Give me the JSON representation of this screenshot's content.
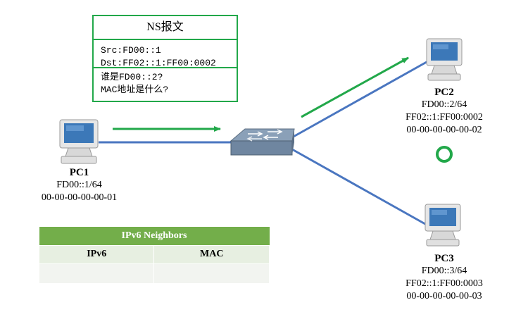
{
  "ns_packet": {
    "title": "NS报文",
    "src": "Src:FD00::1",
    "dst": "Dst:FF02::1:FF00:0002",
    "question_line1": "谁是FD00::2?",
    "question_line2": "MAC地址是什么?"
  },
  "pc1": {
    "name": "PC1",
    "ipv6": "FD00::1/64",
    "mac": "00-00-00-00-00-01"
  },
  "pc2": {
    "name": "PC2",
    "ipv6": "FD00::2/64",
    "multicast": "FF02::1:FF00:0002",
    "mac": "00-00-00-00-00-02"
  },
  "pc3": {
    "name": "PC3",
    "ipv6": "FD00::3/64",
    "multicast": "FF02::1:FF00:0003",
    "mac": "00-00-00-00-00-03"
  },
  "neighbors_table": {
    "title": "IPv6 Neighbors",
    "col_ipv6": "IPv6",
    "col_mac": "MAC",
    "row_ipv6": "",
    "row_mac": ""
  },
  "colors": {
    "link": "#4a76c0",
    "arrow": "#22a84a",
    "box_border": "#22a84a",
    "table_header": "#73ae4a",
    "pc2_ring": "#22a84a"
  }
}
